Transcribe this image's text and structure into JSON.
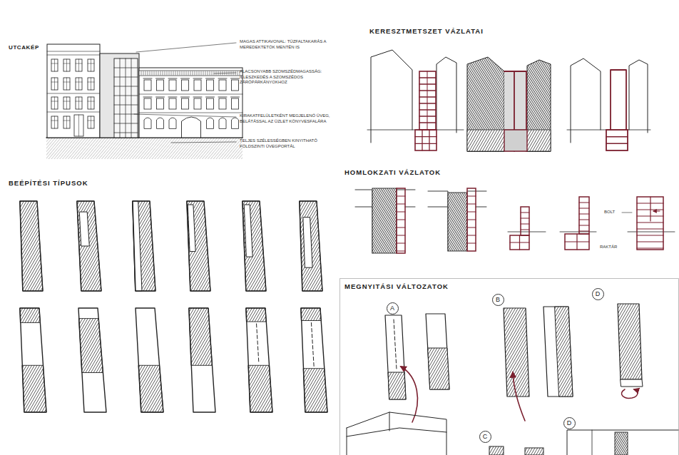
{
  "diagram": {
    "nodes": [
      {
        "text": [
          "A"
        ]
      },
      {
        "text": [
          "B"
        ]
      },
      {
        "text": [
          "D"
        ]
      },
      {
        "text": [
          "C"
        ]
      },
      {
        "text": [
          "D"
        ]
      }
    ],
    "labels": [
      "UTCAKÉP",
      "MAGAS ATTIKAVONAL: TŰZFALTAKARÁS A MEREDEKTETŐK MENTÉN IS",
      "ALACSONYABB SZOMSZÉDMAGASSÁG: ILLESZKEDÉS A SZOMSZÉDOS ZÁRÓPÁRKÁNYOKHOZ",
      "KIRAKATFELÜLETKÉNT MEGJELENŐ ÜVEG, BELÁTÁSSAL AZ ÜZLET KÖNYVESFALÁRA",
      "TELJES SZÉLESSÉGBEN KINYITHATÓ FÖLDSZINTI ÜVEGPORTÁL",
      "KERESZTMETSZET VÁZLATAI",
      "HOMLOKZATI VÁZLATOK",
      "BEÉPÍTÉSI TÍPUSOK",
      "MEGNYITÁSI VÁLTOZATOK",
      "BOLT",
      "RAKTÁR"
    ]
  }
}
